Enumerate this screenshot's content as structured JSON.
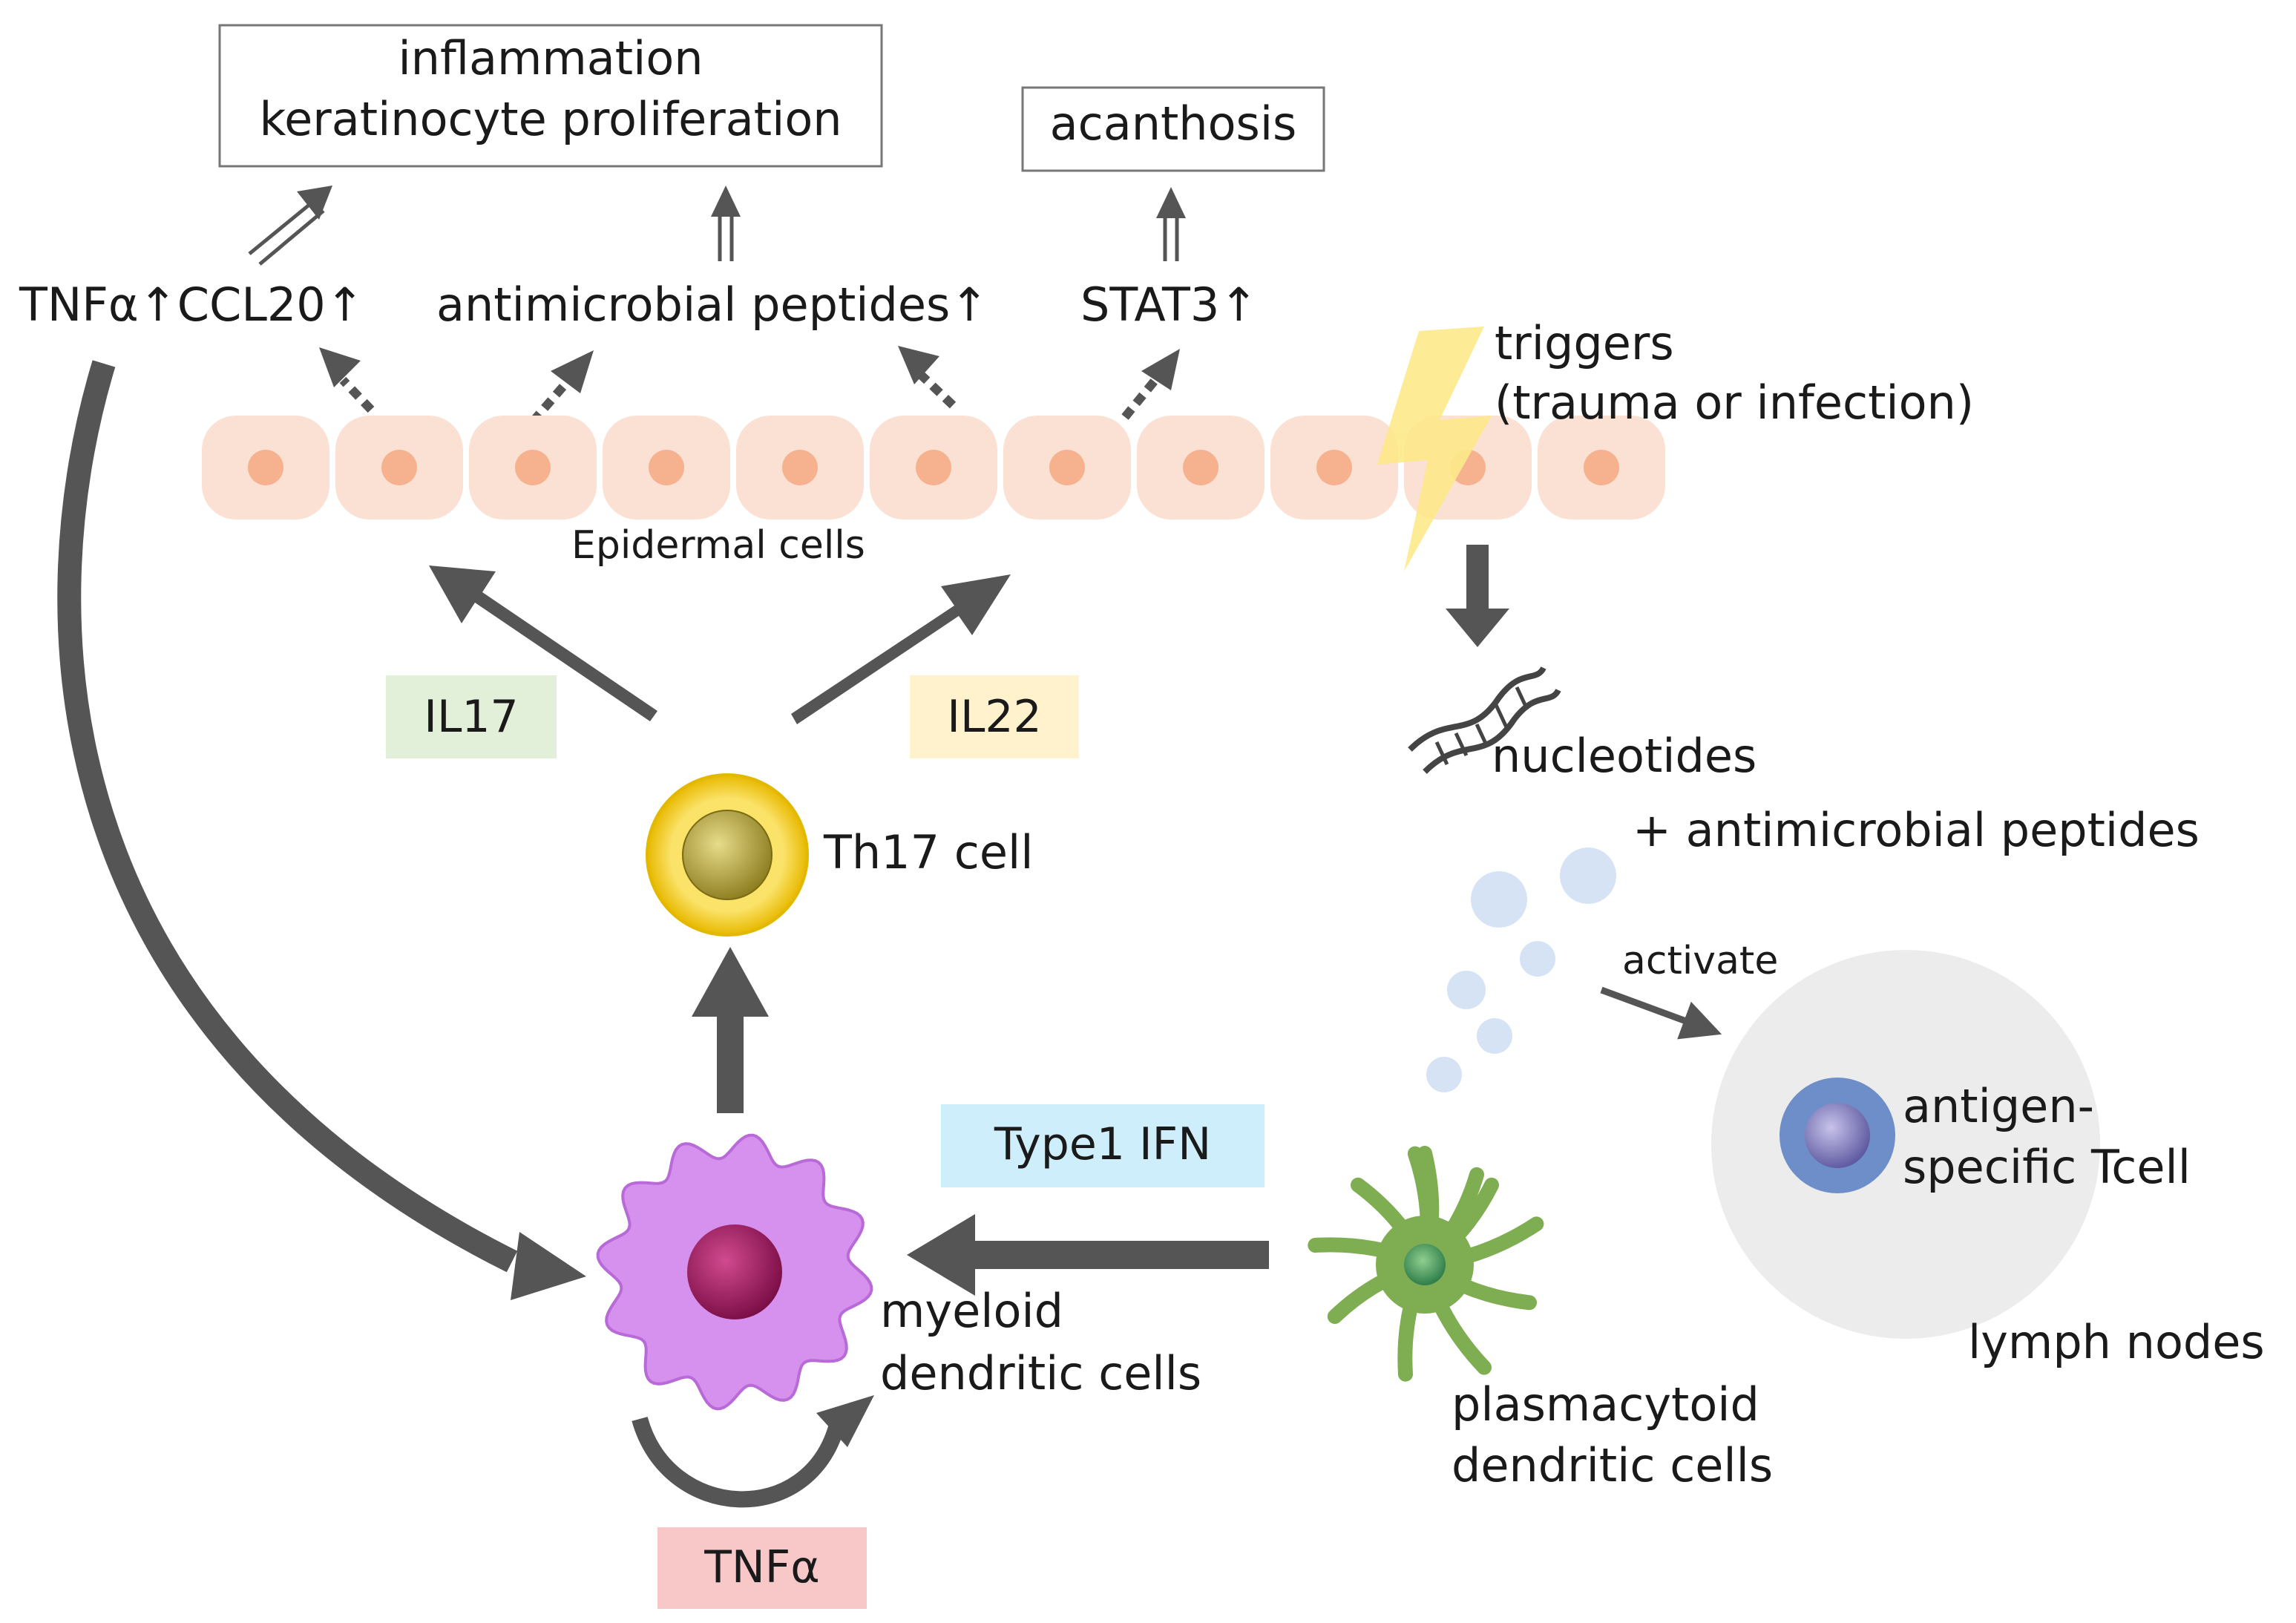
{
  "boxes": {
    "inflammation_line1": "inflammation",
    "inflammation_line2": "keratinocyte  proliferation",
    "acanthosis": "acanthosis"
  },
  "mediators": {
    "tnf_ccl20": "TNFα↑CCL20↑",
    "antimicrobial": "antimicrobial  peptides↑",
    "stat3": "STAT3↑"
  },
  "triggers": {
    "line1": "triggers",
    "line2": "(trauma  or  infection)"
  },
  "epidermis": {
    "label": "Epidermal cells"
  },
  "cytokines": {
    "il17": "IL17",
    "il22": "IL22",
    "type1_ifn": "Type1  IFN",
    "tnf_loop": "TNFα"
  },
  "cells": {
    "th17": "Th17  cell",
    "myeloid_line1": "myeloid",
    "myeloid_line2": "dendritic  cells",
    "plasmacytoid_line1": "plasmacytoid",
    "plasmacytoid_line2": "dendritic  cells",
    "tcell_line1": "antigen-",
    "tcell_line2": "specific  Tcell"
  },
  "nucleotides": {
    "label": "nucleotides",
    "plus_peptides": "+ antimicrobial  peptides",
    "activate": "activate"
  },
  "lymph": {
    "label": "lymph  nodes"
  },
  "colors": {
    "arrow": "#555555",
    "il17_bg": "#e2f0d9",
    "il22_bg": "#fff2cc",
    "ifn_bg": "#cdeefa",
    "tnf_bg": "#f8c8c8",
    "epidermis_cell": "#fbe1d3",
    "epidermis_nucleus": "#f6b28e",
    "th17_outer": "#f3d21a",
    "myeloid": "#d690ee",
    "plasmacytoid": "#7fad52",
    "tcell": "#6d8ec9",
    "lymph_node": "#ececec",
    "bubble": "#d5e3f5",
    "lightning": "#fde98a"
  }
}
